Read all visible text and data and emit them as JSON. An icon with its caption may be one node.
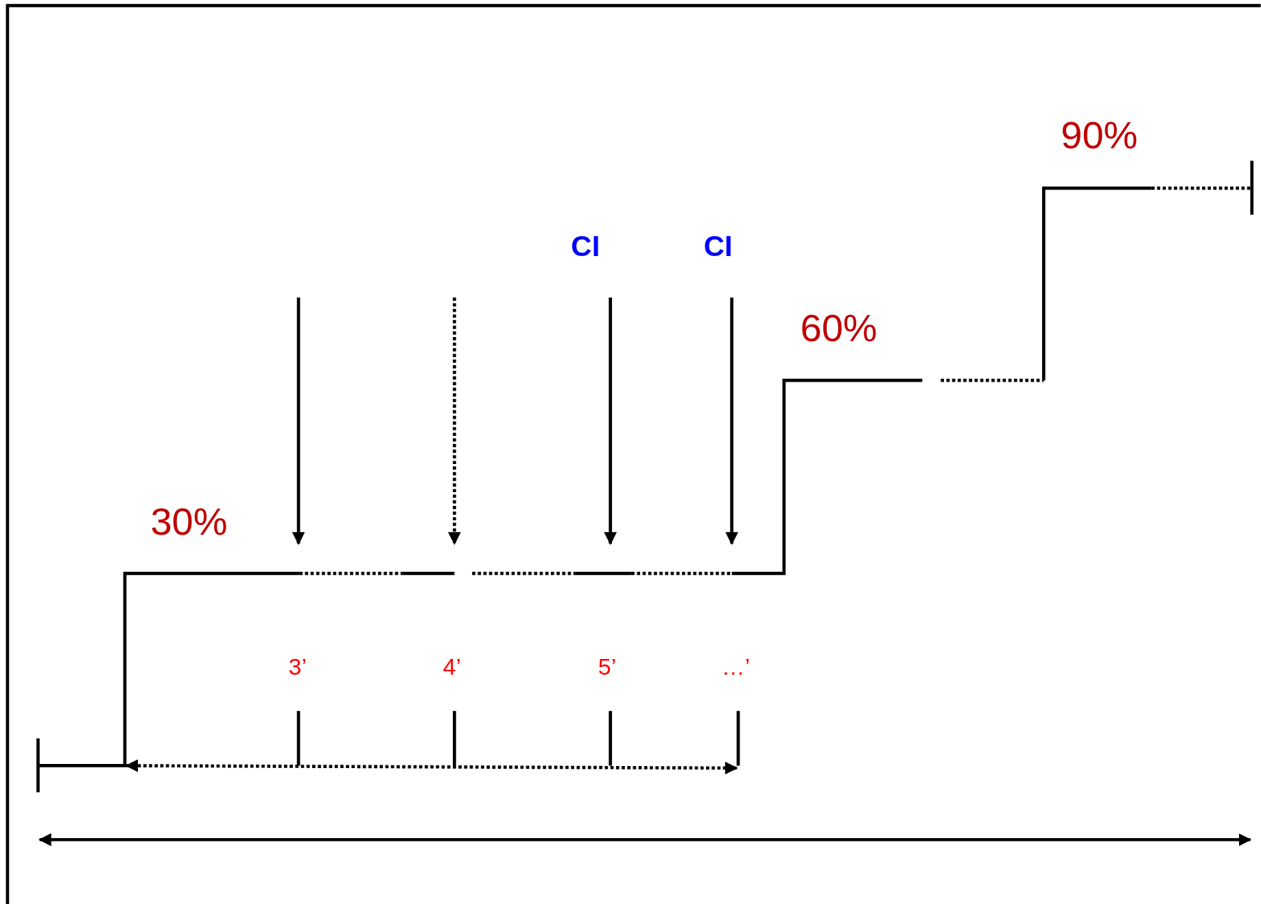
{
  "diagram": {
    "labels": [
      "90%",
      "CI",
      "CI",
      "60%",
      "30%",
      "3’",
      "4’",
      "5’",
      "…’"
    ]
  }
}
